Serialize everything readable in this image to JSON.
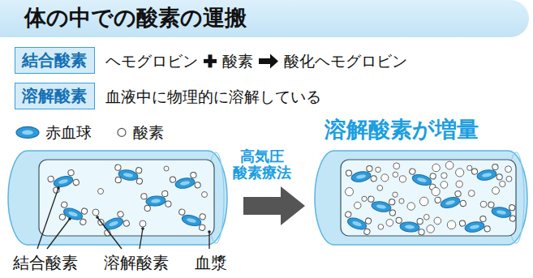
{
  "diagram": {
    "title": "体の中での酸素の運搬",
    "nodes": [
      {
        "text": [
          "結合酸素"
        ]
      },
      {
        "text": [
          "溶解酸素"
        ]
      }
    ],
    "labels": [
      "ヘモグロビン",
      "酸素",
      "酸化ヘモグロビン",
      "血液中に物理的に溶解している",
      "高気圧 酸素療法",
      "溶解酸素が増量",
      "結合酸素",
      "溶解酸素",
      "血漿"
    ],
    "legend": [
      {
        "text": "赤血球"
      },
      {
        "text": "酸素"
      }
    ]
  }
}
